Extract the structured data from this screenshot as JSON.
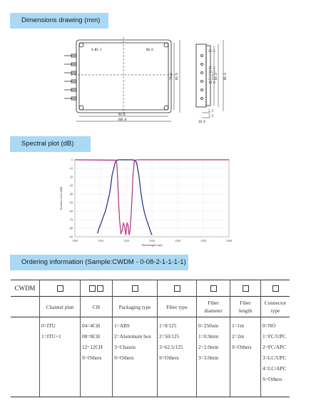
{
  "sections": {
    "dimensions_title": "Dimensions drawing (mm)",
    "spectral_title": "Spectral plot (dB)",
    "ordering_title": "Ordering information (Sample:CWDM - 0-08-2-1-1-1-1)"
  },
  "drawing": {
    "hole_label": "4-Ø3.1",
    "dim_top_right": "80.0",
    "dim_height_inner": "74.0",
    "dim_height_outer": "80.0",
    "dim_width_inner": "94.0",
    "dim_width_outer": "100.0",
    "side_dims": [
      "22.5",
      "17.5",
      "12.5",
      "7.5",
      "2.5",
      "10.0"
    ],
    "side_height_inner": "80.0",
    "side_height_outer": "86.0",
    "side_bottom_a": "2.5",
    "side_bottom_b": "7.5",
    "side_bottom_c": "10.0"
  },
  "chart_data": {
    "type": "line",
    "xlabel": "Wavelength (nm)",
    "ylabel": "Insertion Loss (dB)",
    "x_ticks": [
      "1500",
      "1510",
      "1520",
      "1530",
      "1540",
      "1550",
      "1560"
    ],
    "y_ticks": [
      "0",
      "-10",
      "-20",
      "-30",
      "-40",
      "-50",
      "-60",
      "-70",
      "-80",
      "-90"
    ],
    "xlim": [
      1500,
      1560
    ],
    "ylim": [
      -90,
      0
    ],
    "series": [
      {
        "color": "#1f2a80",
        "x": [
          1508.8,
          1509.4,
          1510.2,
          1511.0,
          1511.9,
          1512.7,
          1513.6,
          1514.5,
          1515.7,
          1516.4,
          1517.2,
          1522.3,
          1523.1,
          1524.0,
          1524.9,
          1525.7,
          1526.4,
          1527.1,
          1527.9,
          1528.8,
          1529.5,
          1530.0
        ],
        "y": [
          -86,
          -80,
          -74,
          -67,
          -60,
          -50,
          -38,
          -18,
          -3,
          -0.5,
          0,
          0,
          -0.5,
          -3,
          -18,
          -38,
          -52,
          -62,
          -70,
          -78,
          -84,
          -88
        ]
      },
      {
        "color": "#b0307e",
        "x": [
          1500,
          1515.7,
          1516.3,
          1516.6,
          1517.0,
          1517.4,
          1517.9,
          1518.4,
          1518.9,
          1519.3,
          1519.8,
          1520.3,
          1520.7,
          1521.1,
          1521.5,
          1521.9,
          1522.3,
          1522.6,
          1523.0,
          1523.2,
          1523.8,
          1524.3,
          1524.9,
          1560
        ],
        "y": [
          0,
          -0.5,
          -4,
          -20,
          -48,
          -70,
          -86,
          -83,
          -74,
          -77,
          -88,
          -74,
          -76,
          -88,
          -82,
          -65,
          -40,
          -18,
          -6,
          -1,
          -0.5,
          -0.2,
          0,
          0
        ]
      }
    ]
  },
  "ordering": {
    "prefix": "CWDM",
    "columns": [
      {
        "header": [
          "Channel plan"
        ],
        "options": [
          "0=ITU",
          "1=ITU+1"
        ]
      },
      {
        "header": [
          "CH"
        ],
        "options": [
          "04=4CH",
          "08=8CH",
          "12=12CH",
          "S=Others"
        ]
      },
      {
        "header": [
          "Packaging type"
        ],
        "options": [
          "1=ABS",
          "2=Aluminum box",
          "3=Chassis",
          "S=Others"
        ]
      },
      {
        "header": [
          "Fiber type"
        ],
        "options": [
          "1=9/125",
          "2=50/125",
          "3=62.5/125",
          "S=Others"
        ]
      },
      {
        "header": [
          "Fiber",
          "diameter"
        ],
        "options": [
          "0=250um",
          "1=0.9mm",
          "2=2.0mm",
          "3=3.0mm"
        ]
      },
      {
        "header": [
          "Fiber",
          "length"
        ],
        "options": [
          "1=1m",
          "2=2m",
          "S=Others"
        ]
      },
      {
        "header": [
          "Connector",
          "type"
        ],
        "options": [
          "0=NO",
          "1=FC/UPC",
          "2=FC/APC",
          "3=LC/UPC",
          "4=LC/APC",
          "S=Others"
        ]
      }
    ]
  }
}
